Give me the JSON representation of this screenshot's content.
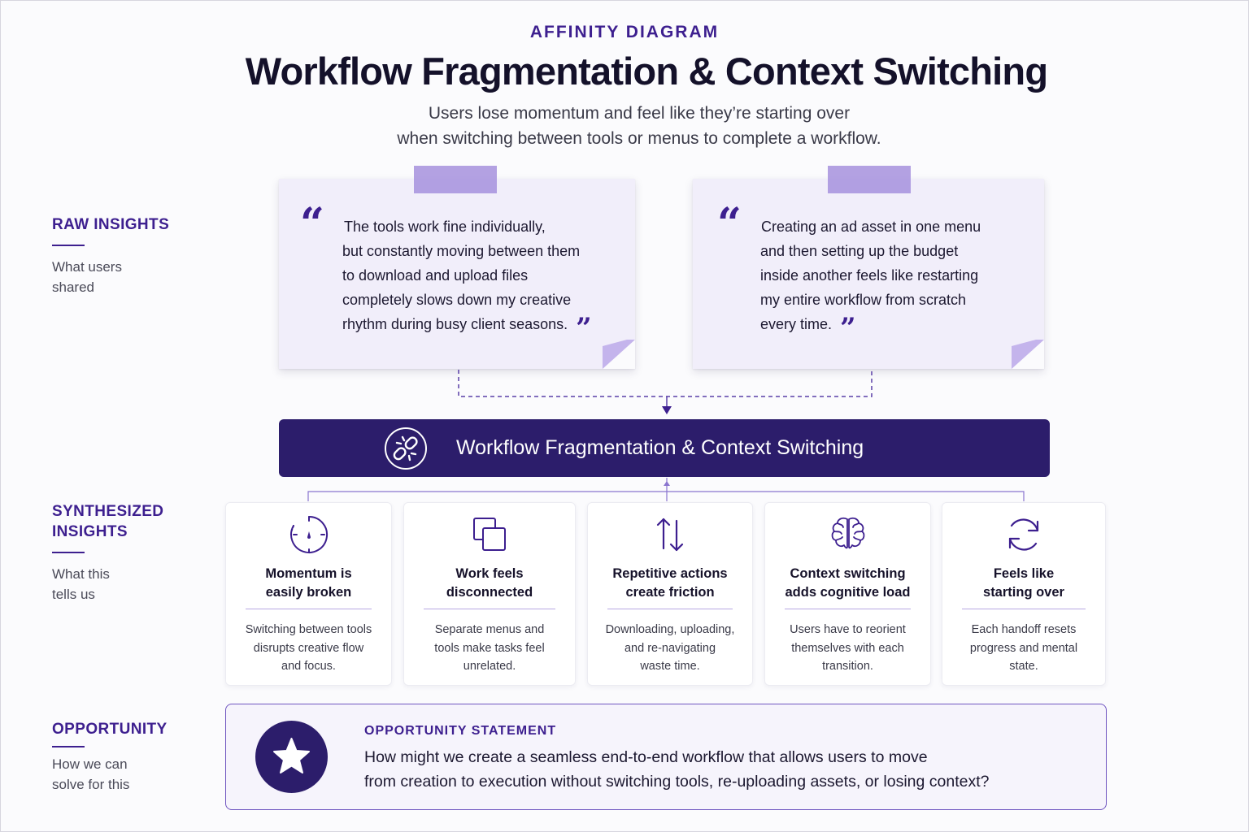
{
  "header": {
    "eyebrow": "AFFINITY DIAGRAM",
    "title": "Workflow Fragmentation & Context Switching",
    "subtitle_line1": "Users lose momentum and feel like they’re starting over",
    "subtitle_line2": "when switching between tools or menus to complete a workflow."
  },
  "sections": {
    "raw": {
      "heading": "RAW INSIGHTS",
      "sub_line1": "What users",
      "sub_line2": "shared"
    },
    "synth": {
      "heading_line1": "SYNTHESIZED",
      "heading_line2": "INSIGHTS",
      "sub_line1": "What this",
      "sub_line2": "tells us"
    },
    "opp": {
      "heading": "OPPORTUNITY",
      "sub_line1": "How we can",
      "sub_line2": "solve for this"
    }
  },
  "quotes": [
    {
      "lines": [
        "The tools work fine individually,",
        "but constantly moving between them",
        "to download and upload files",
        "completely slows down my creative",
        "rhythm during busy client seasons."
      ]
    },
    {
      "lines": [
        "Creating an ad asset in one menu",
        "and then setting up the budget",
        "inside another feels like restarting",
        "my entire workflow from scratch",
        "every time."
      ]
    }
  ],
  "banner": {
    "title": "Workflow Fragmentation & Context Switching",
    "icon": "broken-link-icon"
  },
  "insights": [
    {
      "icon": "timer-icon",
      "title_line1": "Momentum is",
      "title_line2": "easily broken",
      "body_line1": "Switching between tools",
      "body_line2": "disrupts creative flow",
      "body_line3": "and focus."
    },
    {
      "icon": "overlapping-squares-icon",
      "title_line1": "Work feels",
      "title_line2": "disconnected",
      "body_line1": "Separate menus and",
      "body_line2": "tools make tasks feel",
      "body_line3": "unrelated."
    },
    {
      "icon": "up-down-arrows-icon",
      "title_line1": "Repetitive actions",
      "title_line2": "create friction",
      "body_line1": "Downloading, uploading,",
      "body_line2": "and re-navigating",
      "body_line3": "waste time."
    },
    {
      "icon": "brain-icon",
      "title_line1": "Context switching",
      "title_line2": "adds cognitive load",
      "body_line1": "Users have to reorient",
      "body_line2": "themselves with each",
      "body_line3": "transition."
    },
    {
      "icon": "refresh-icon",
      "title_line1": "Feels like",
      "title_line2": "starting over",
      "body_line1": "Each handoff resets",
      "body_line2": "progress and mental",
      "body_line3": "state."
    }
  ],
  "opportunity": {
    "label": "OPPORTUNITY STATEMENT",
    "line1": "How might we create a seamless end-to-end workflow that allows users to move",
    "line2": "from creation to execution without switching tools, re-uploading assets, or losing context?",
    "icon": "star-icon"
  },
  "colors": {
    "accent": "#3d1f8f",
    "banner": "#2c1d6b",
    "note": "#f1eefa",
    "tape": "#a690dd"
  }
}
